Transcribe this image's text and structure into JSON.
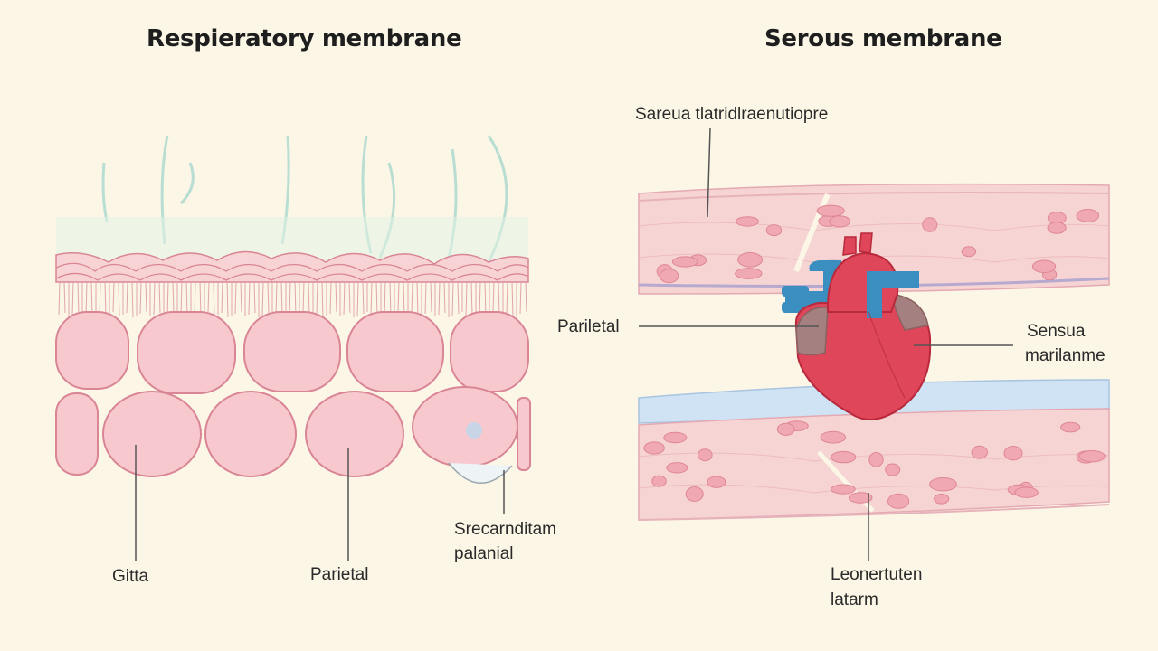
{
  "titles": {
    "left": "Respieratory membrane",
    "right": "Serous membrane"
  },
  "left_labels": {
    "gitta": "Gitta",
    "parietal": "Parietal",
    "secondary_line1": "Srecarnditam",
    "secondary_line2": "palanial"
  },
  "right_labels": {
    "top": "Sareua tlatridlraenutiopre",
    "parietal": "Pariletal",
    "serous_line1": "Sensua",
    "serous_line2": "marilanme",
    "bottom_line1": "Leonertuten",
    "bottom_line2": "latarm"
  },
  "colors": {
    "background": "#fbf6e6",
    "cell_fill": "#f7c9cf",
    "cell_stroke": "#d98595",
    "heart_red": "#e0465a",
    "vessel_blue": "#3b8fc0",
    "membrane_blue": "#cfe3f4"
  }
}
